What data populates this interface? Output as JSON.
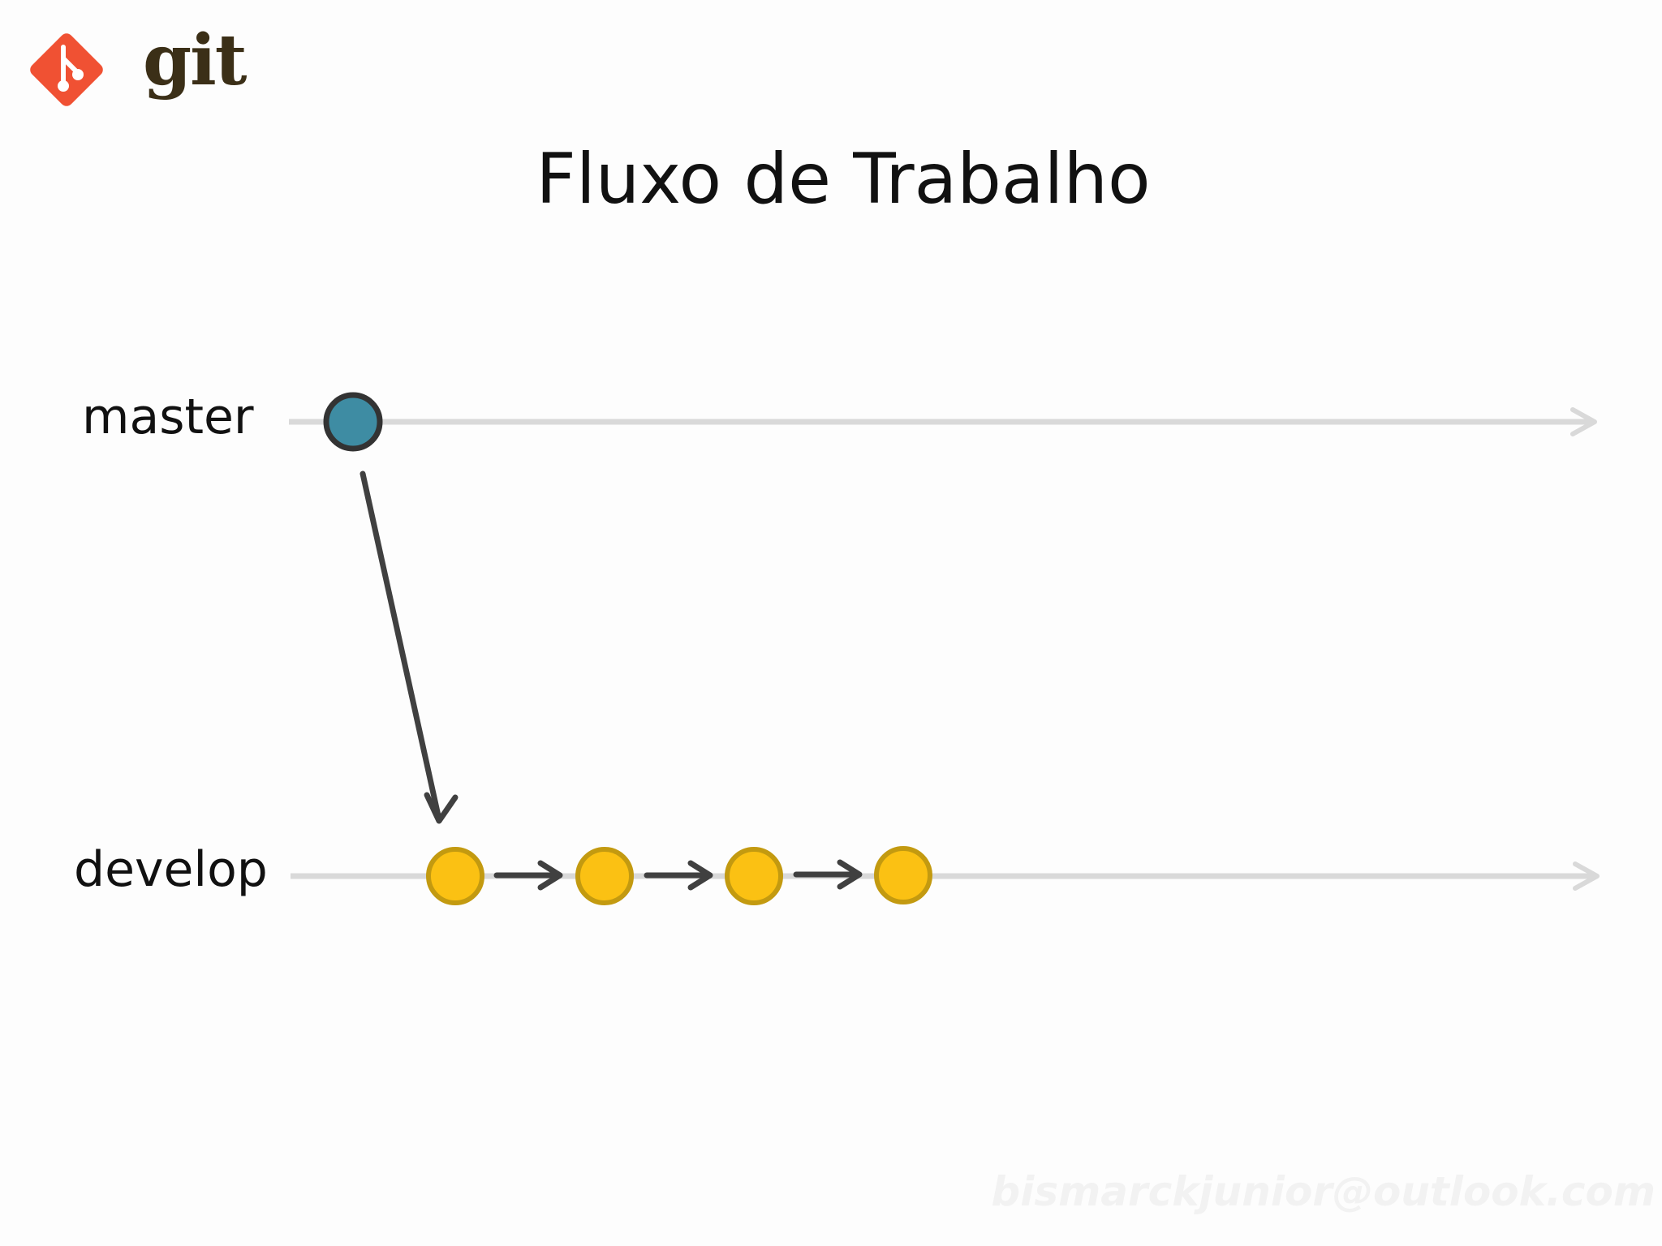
{
  "logo": {
    "icon": "git-diamond-icon",
    "word": "git",
    "color_icon": "#f05133",
    "color_word": "#3b2f17"
  },
  "title": "Fluxo de Trabalho",
  "branches": [
    {
      "id": "master",
      "label": "master"
    },
    {
      "id": "develop",
      "label": "develop"
    }
  ],
  "commits": {
    "master_count": 1,
    "develop_count": 4,
    "master_color": "#3e8ca3",
    "develop_color": "#fbc113"
  },
  "colors": {
    "branch_line": "#d9d9d9",
    "arrow": "#404040"
  },
  "watermark": "bismarckjunior@outlook.com"
}
